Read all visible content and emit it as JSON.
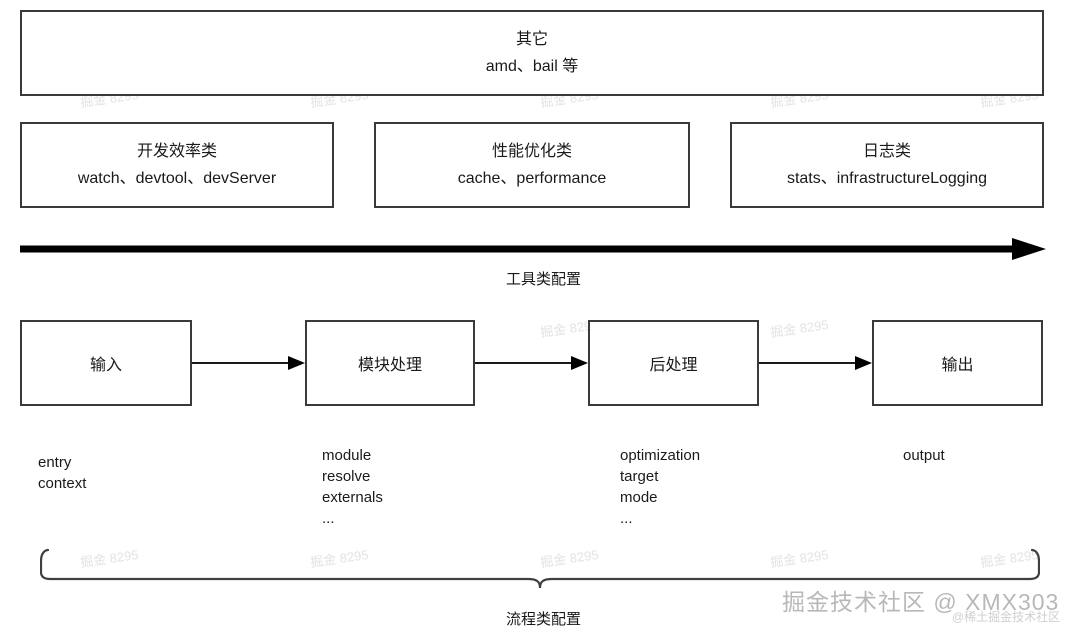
{
  "diagram": {
    "title_hidden": "",
    "other_box": {
      "heading": "其它",
      "items": "amd、bail 等"
    },
    "categories": [
      {
        "heading": "开发效率类",
        "items": "watch、devtool、devServer"
      },
      {
        "heading": "性能优化类",
        "items": "cache、performance"
      },
      {
        "heading": "日志类",
        "items": "stats、infrastructureLogging"
      }
    ],
    "tooling_arrow_label": "工具类配置",
    "flow": {
      "stages": [
        {
          "label": "输入",
          "options": [
            "entry",
            "context"
          ]
        },
        {
          "label": "模块处理",
          "options": [
            "module",
            "resolve",
            "externals",
            "..."
          ]
        },
        {
          "label": "后处理",
          "options": [
            "optimization",
            "target",
            "mode",
            "..."
          ]
        },
        {
          "label": "输出",
          "options": [
            "output"
          ]
        }
      ],
      "brace_label": "流程类配置"
    },
    "watermark": {
      "main": "掘金技术社区 @ XMX303",
      "sub": "@稀土掘金技术社区",
      "tile": "掘金 8295"
    },
    "colors": {
      "stroke": "#3a3a3c",
      "text": "#1a1a1a",
      "arrow": "#000000",
      "background": "#ffffff"
    }
  }
}
